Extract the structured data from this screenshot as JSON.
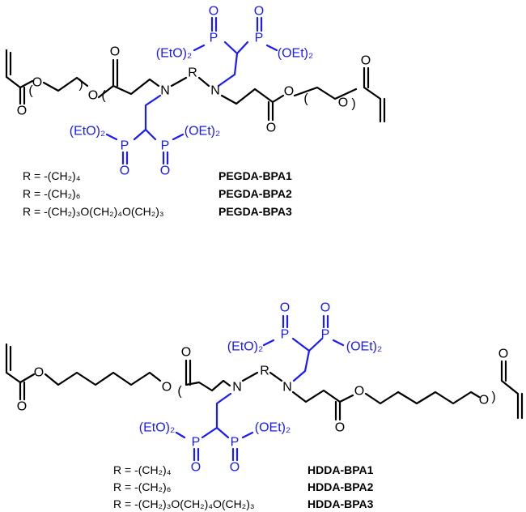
{
  "atoms": {
    "O": "O",
    "N": "N",
    "R": "R",
    "P": "P",
    "paren_open": "(",
    "paren_close": ")"
  },
  "groups": {
    "eto2": "(EtO)₂",
    "oet2": "(OEt)₂"
  },
  "colors": {
    "phosphonate": "#1a1aff",
    "backbone": "#000000"
  },
  "pegda": {
    "rows": [
      {
        "r": "R = -(CH₂)₄",
        "name": "PEGDA-BPA1"
      },
      {
        "r": "R = -(CH₂)₆",
        "name": "PEGDA-BPA2"
      },
      {
        "r": "R = -(CH₂)₃O(CH₂)₄O(CH₂)₃",
        "name": "PEGDA-BPA3"
      }
    ]
  },
  "hdda": {
    "rows": [
      {
        "r": "R = -(CH₂)₄",
        "name": "HDDA-BPA1"
      },
      {
        "r": "R = -(CH₂)₆",
        "name": "HDDA-BPA2"
      },
      {
        "r": "R = -(CH₂)₃O(CH₂)₄O(CH₂)₃",
        "name": "HDDA-BPA3"
      }
    ]
  }
}
